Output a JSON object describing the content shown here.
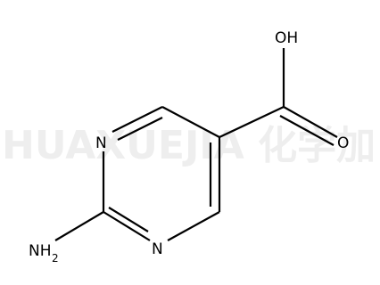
{
  "watermark": {
    "text": "HUAXUEJIA 化学加"
  },
  "atoms": {
    "hydroxyl": "OH",
    "carbonyl_oxygen": "O",
    "ring_n_upper": "N",
    "ring_n_lower": "N",
    "amine_n": "NH",
    "amine_subscript": "2"
  },
  "colors": {
    "bond": "#000000",
    "label": "#000000",
    "watermark": "#eeeeee",
    "background": "#ffffff"
  }
}
